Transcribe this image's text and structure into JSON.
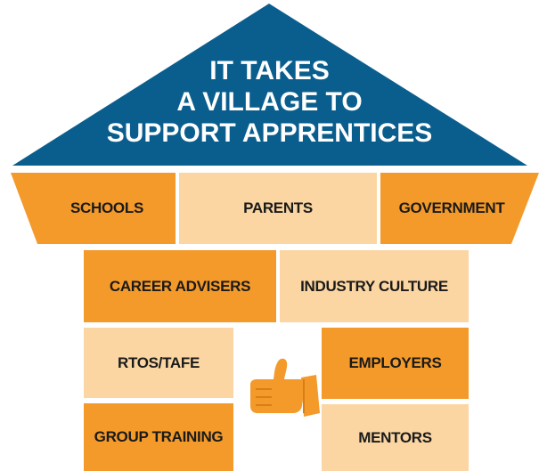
{
  "title": {
    "line1": "IT TAKES",
    "line2": "A VILLAGE TO",
    "line3": "SUPPORT APPRENTICES"
  },
  "colors": {
    "roof": "#0a5e8e",
    "orange": "#f39a2b",
    "pale": "#fbd6a3"
  },
  "beam": {
    "left": "SCHOOLS",
    "center": "PARENTS",
    "right": "GOVERNMENT"
  },
  "row2": {
    "left": "CAREER ADVISERS",
    "right": "INDUSTRY CULTURE"
  },
  "row3": {
    "left_top": "RTOS/TAFE",
    "left_bottom": "GROUP TRAINING",
    "right_top": "EMPLOYERS",
    "right_bottom": "MENTORS"
  },
  "icon": "thumbs-up-hand-icon"
}
